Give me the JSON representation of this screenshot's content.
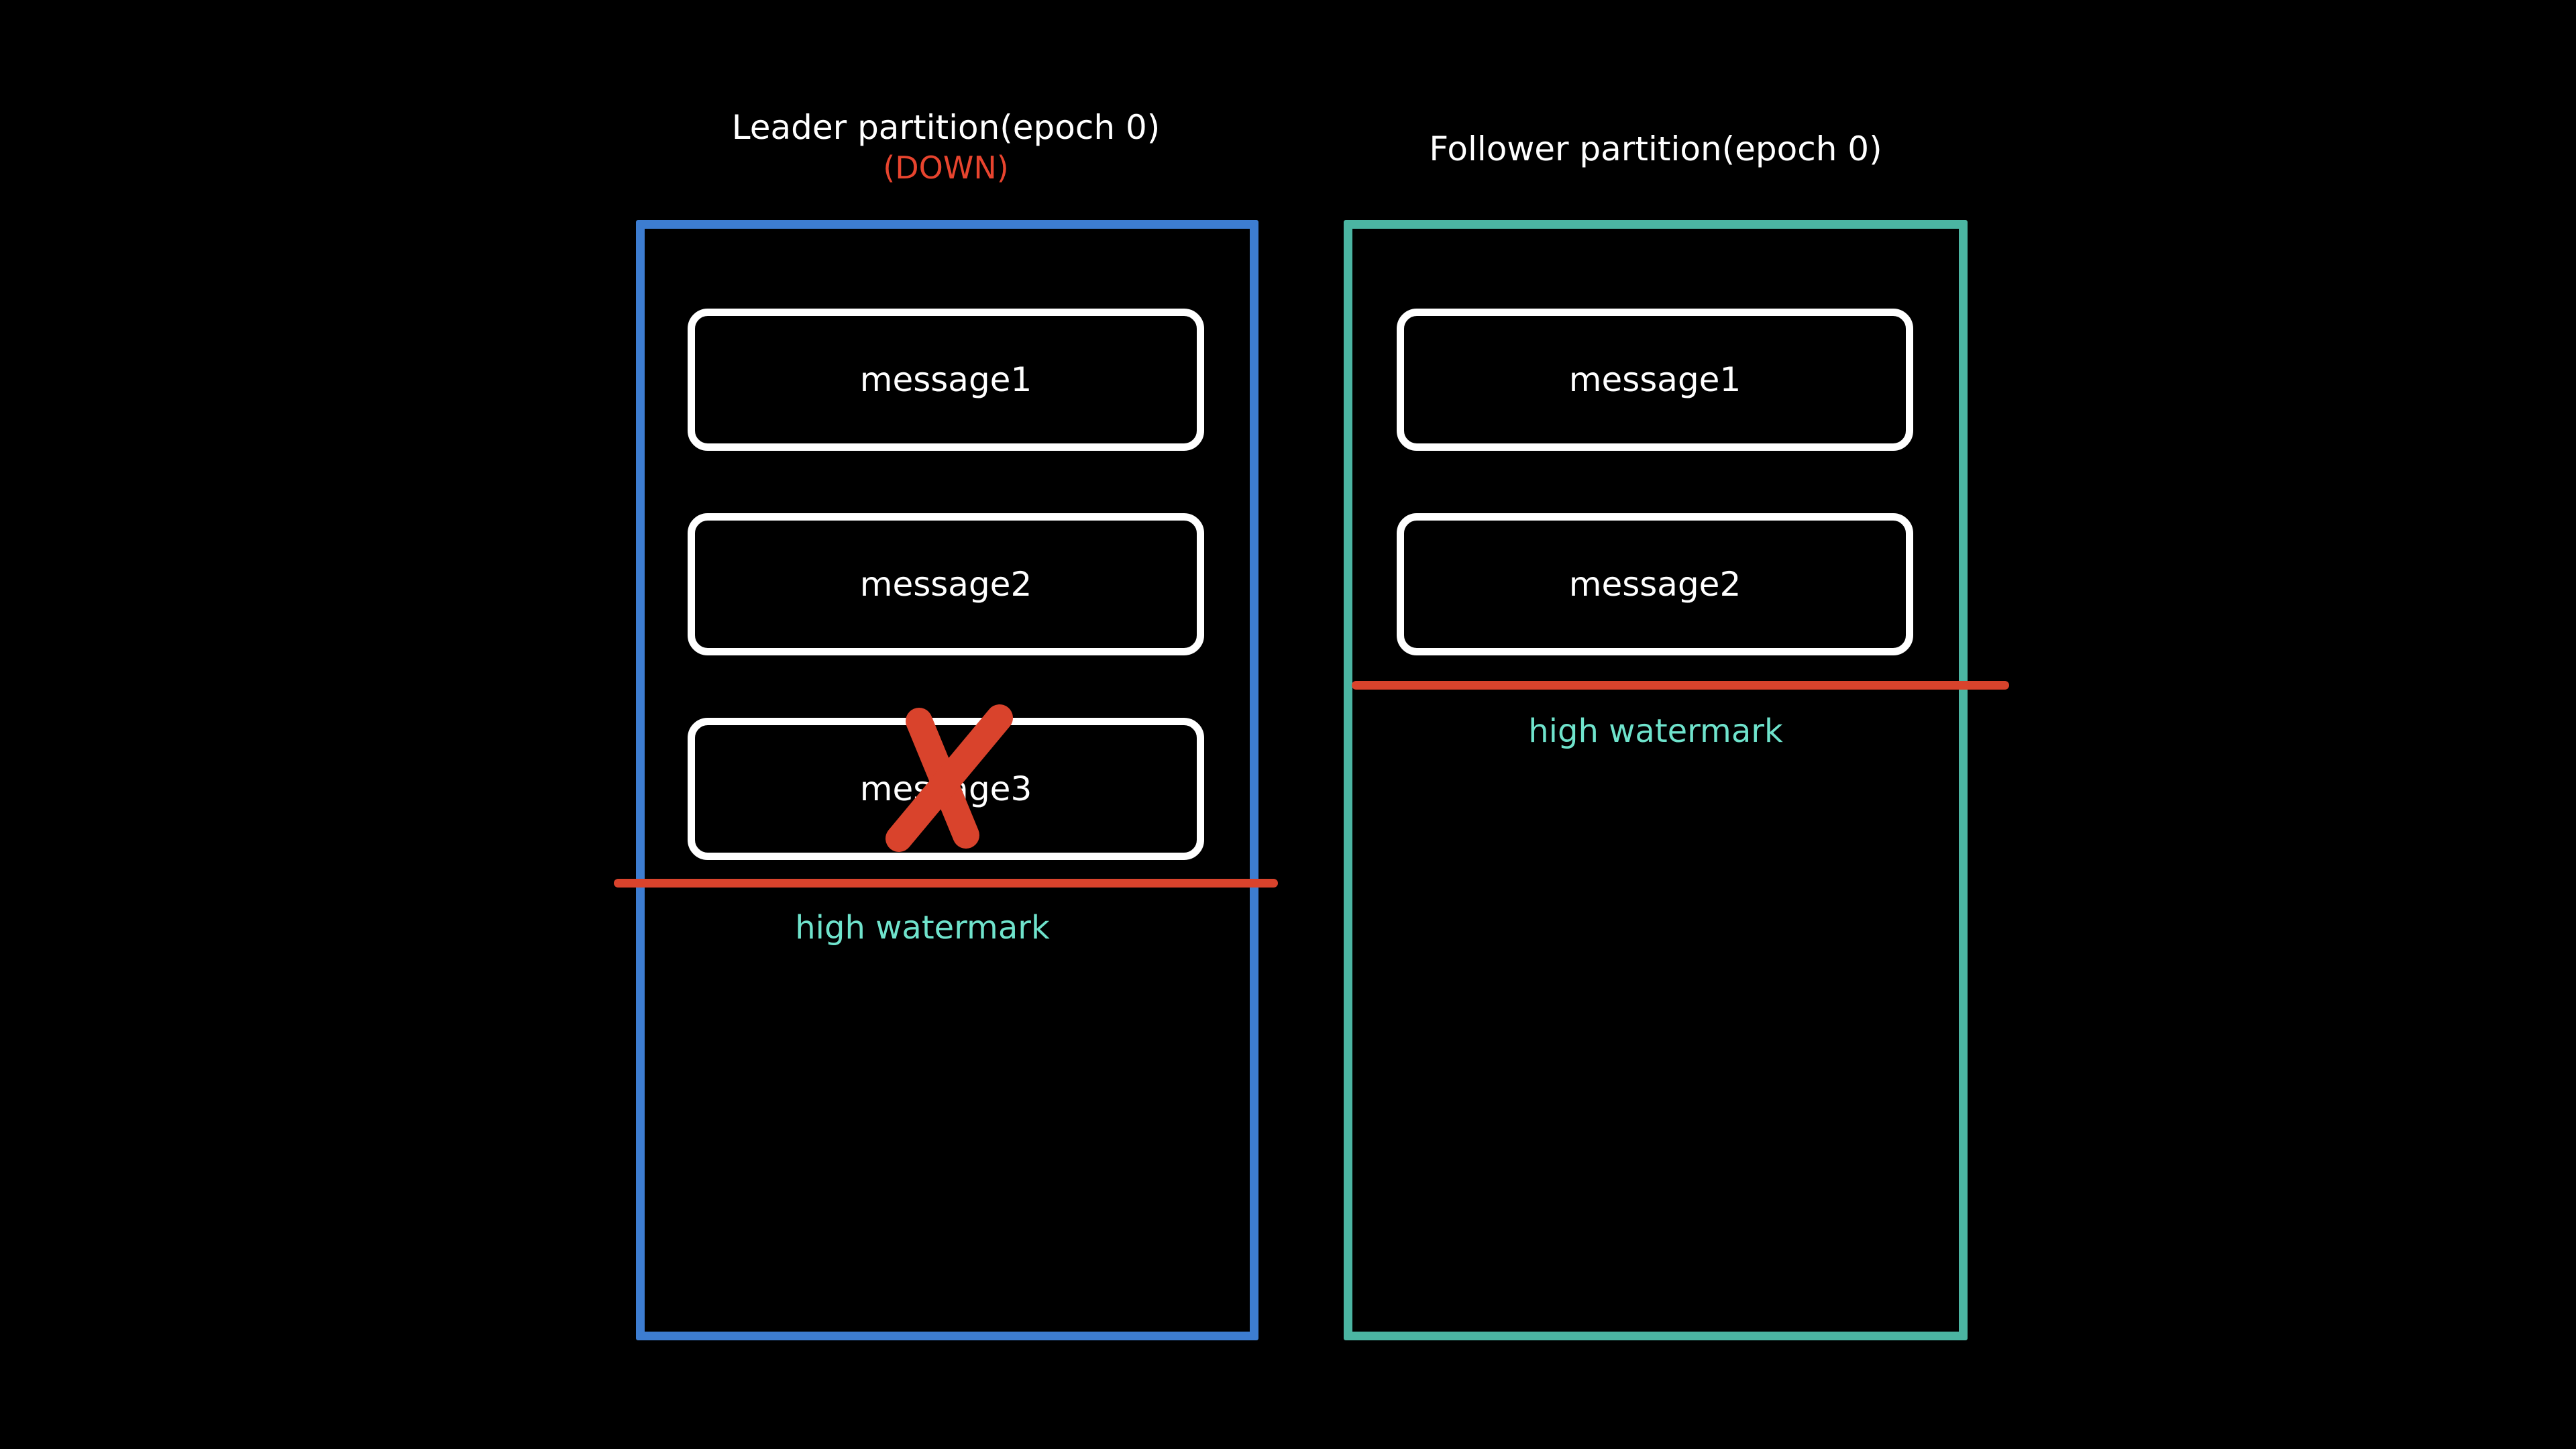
{
  "colors": {
    "background": "#000000",
    "leader_border": "#3d7dd1",
    "follower_border": "#4bb5a2",
    "watermark_line": "#d9432c",
    "watermark_label": "#6fe3cc",
    "down_status": "#e8442e",
    "message_border": "#ffffff",
    "text": "#ffffff"
  },
  "leader": {
    "title": "Leader partition(epoch 0)",
    "status": "(DOWN)",
    "messages": [
      "message1",
      "message2",
      "message3"
    ],
    "deleted_message_icon": "red-x-icon",
    "watermark_label": "high watermark"
  },
  "follower": {
    "title": "Follower partition(epoch 0)",
    "messages": [
      "message1",
      "message2"
    ],
    "watermark_label": "high watermark"
  }
}
